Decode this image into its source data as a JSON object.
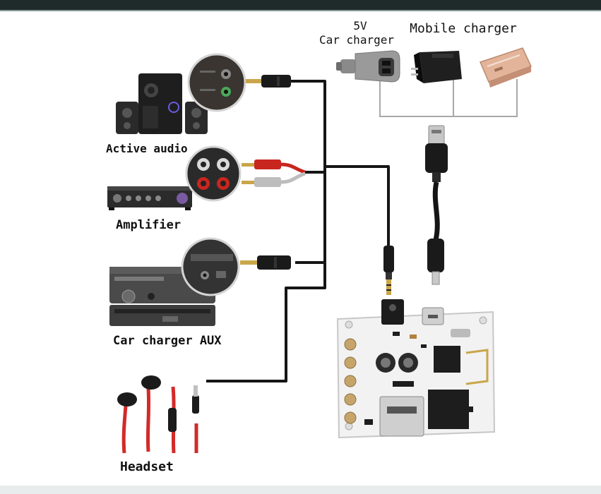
{
  "labels": {
    "car_charger_line1": "5V",
    "car_charger_line2": "Car charger",
    "mobile_charger": "Mobile charger",
    "active_audio": "Active audio",
    "amplifier": "Amplifier",
    "car_charger_aux": "Car charger AUX",
    "headset": "Headset"
  },
  "colors": {
    "cable": "#151515",
    "wire_gray": "#a8a8a8",
    "board": "#f2f2f2",
    "rca_red": "#c8261e",
    "headset_red": "#d32a2a",
    "gold": "#c9a64a"
  }
}
